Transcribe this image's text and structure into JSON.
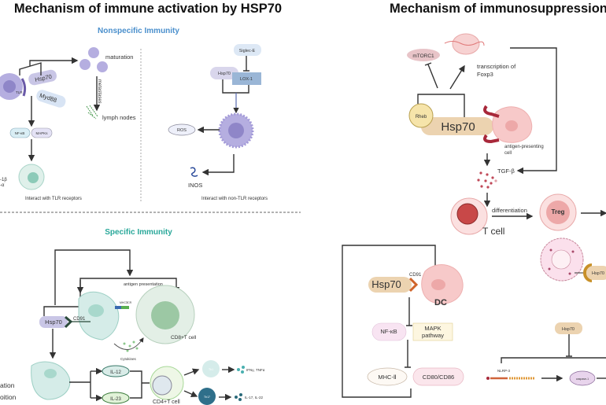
{
  "left": {
    "title": "Mechanism of immune activation by HSP70",
    "nonspecific": {
      "heading": "Nonspecific Immunity",
      "tlr": {
        "hsp70": "Hsp70",
        "myd88": "Myd88",
        "tlr": "TLR",
        "maturation": "maturation",
        "metastases": "metastases",
        "lymph_nodes": "lymph nodes",
        "nfkb": "NF-κB",
        "mapks": "MAPKs",
        "cytokine_1": "-1β",
        "cytokine_2": "-α",
        "caption": "Interact with TLR receptors"
      },
      "non_tlr": {
        "siglec": "Siglec-E",
        "hsp70": "Hsp70",
        "lox1": "LOX-1",
        "ros": "ROS",
        "inos": "INOS",
        "caption": "Interact with non-TLR receptors"
      }
    },
    "specific": {
      "heading": "Specific Immunity",
      "antigen_presentation": "antigen presentation",
      "mhc": "MHC-I",
      "tcr": "TCR",
      "hsp70": "Hsp70",
      "cd91": "CD91",
      "cd8": "CD8+T cell",
      "cytokines": "Cytokines",
      "il12": "IL-12",
      "il23": "IL-23",
      "cd4": "CD4+T cell",
      "th1": "Th1",
      "th17": "Th17",
      "th1_out": "IFNγ, TNFα",
      "th17_out": "IL-17, IL-22",
      "edge_1": "ation",
      "edge_2": "oition"
    }
  },
  "right": {
    "title": "Mechanism of immunosuppression by HS",
    "top": {
      "mtorc1": "mTORC1",
      "foxp3_1": "transcription of",
      "foxp3_2": "Foxp3",
      "rheb": "Rheb",
      "hsp70": "Hsp70",
      "apc_1": "antigen-presenting",
      "apc_2": "cell",
      "tgfb": "TGF-β",
      "tcell": "T cell",
      "differentiation": "differentiation",
      "treg": "Treg"
    },
    "dc": {
      "cd91": "CD91",
      "hsp70": "Hsp70",
      "dc": "DC",
      "nfkb": "NF-κB",
      "mapk_1": "MAPK",
      "mapk_2": "pathway",
      "mhc2": "MHC-Ⅱ",
      "cd80": "CD80/CD86"
    },
    "macro": {
      "hsp70": "Hsp70",
      "hsp70_b": "Hsp70",
      "nlrp3": "NLRP-3",
      "caspase": "caspase-1"
    }
  },
  "colors": {
    "nonspecific": "#4a8fcc",
    "specific": "#2aa89a",
    "dc_purple": "#b5aee0",
    "teal_cell": "#cfe9e4",
    "pink_cell": "#f7c9c9",
    "hsp70_tan": "#ecd3b0"
  }
}
